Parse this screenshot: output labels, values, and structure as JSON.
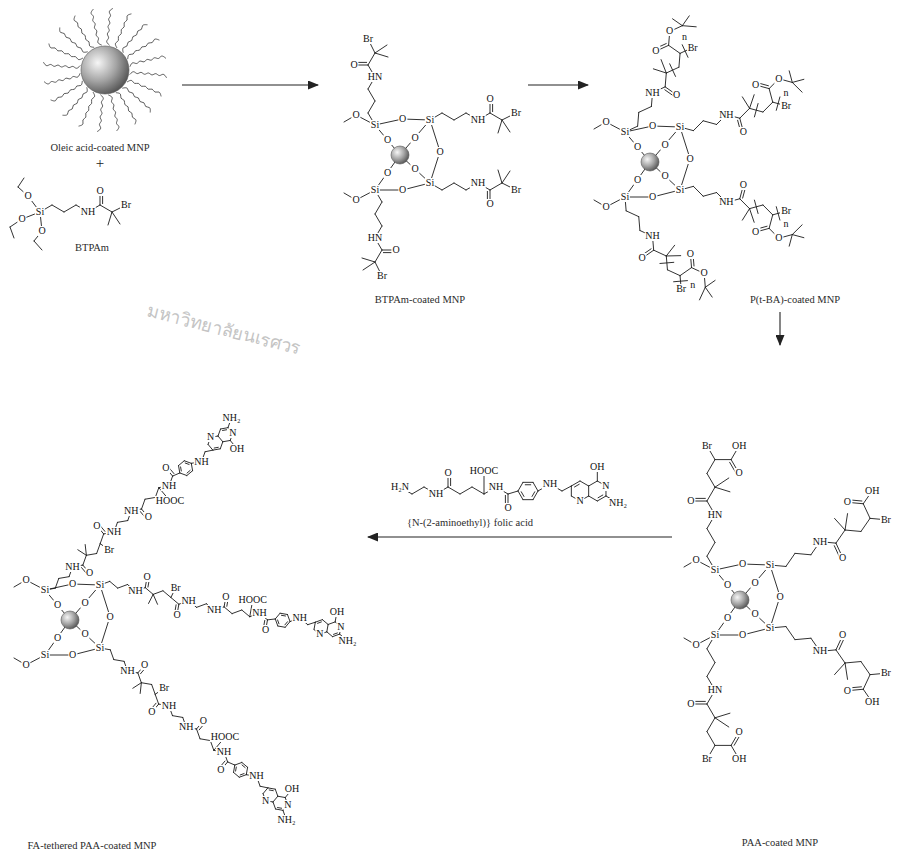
{
  "diagram": {
    "nodes": [
      {
        "text": [
          "Oleic acid-coated MNP"
        ]
      },
      {
        "text": [
          "BTPAm"
        ]
      },
      {
        "text": [
          "BTPAm-coated MNP"
        ]
      },
      {
        "text": [
          "P(t-BA)-coated MNP"
        ]
      },
      {
        "text": [
          "PAA-coated MNP"
        ]
      },
      {
        "text": [
          "{N-(2-aminoethyl)} folic acid"
        ]
      },
      {
        "text": [
          "FA-tethered PAA-coated MNP"
        ]
      }
    ],
    "edges": [
      {
        "from": 0,
        "to": 2,
        "arrow": "to"
      },
      {
        "from": 2,
        "to": 3,
        "arrow": "to"
      },
      {
        "from": 3,
        "to": 4,
        "arrow": "to"
      },
      {
        "from": 4,
        "to": 6,
        "arrow": "to"
      }
    ],
    "labels": [
      "+",
      "Si",
      "O",
      "O",
      "O",
      "NH",
      "O",
      "Br",
      "Si",
      "Si",
      "Si",
      "Si",
      "O",
      "O",
      "O",
      "O",
      "O",
      "O",
      "O",
      "O",
      "O",
      "HN",
      "O",
      "Br",
      "NH",
      "O",
      "Br",
      "NH",
      "O",
      "Br",
      "HN",
      "O",
      "Br",
      "Si",
      "Si",
      "Si",
      "Si",
      "O",
      "O",
      "O",
      "O",
      "O",
      "O",
      "O",
      "O",
      "O",
      "NH",
      "O",
      "O",
      "O",
      "Br",
      "n",
      "NH",
      "O",
      "O",
      "O",
      "Br",
      "n",
      "NH",
      "O",
      "O",
      "O",
      "Br",
      "n",
      "NH",
      "O",
      "O",
      "O",
      "Br",
      "n",
      "Si",
      "Si",
      "Si",
      "Si",
      "O",
      "O",
      "O",
      "O",
      "O",
      "O",
      "O",
      "O",
      "O",
      "HN",
      "O",
      "Br",
      "O",
      "OH",
      "NH",
      "O",
      "Br",
      "O",
      "OH",
      "NH",
      "O",
      "Br",
      "O",
      "OH",
      "HN",
      "O",
      "Br",
      "O",
      "OH",
      "H₂N",
      "NH",
      "O",
      "HOOC",
      "NH",
      "O",
      "NH",
      "N",
      "N",
      "OH",
      "NH₂",
      "Si",
      "Si",
      "Si",
      "Si",
      "O",
      "O",
      "O",
      "O",
      "O",
      "O",
      "O",
      "O",
      "O",
      "NH",
      "O",
      "Br",
      "O",
      "NH",
      "NH",
      "O",
      "HOOC",
      "NH",
      "O",
      "NH",
      "N",
      "N",
      "OH",
      "NH₂",
      "NH",
      "O",
      "Br",
      "O",
      "NH",
      "NH",
      "O",
      "HOOC",
      "NH",
      "O",
      "NH",
      "N",
      "N",
      "OH",
      "NH₂",
      "NH",
      "O",
      "Br",
      "O",
      "NH",
      "NH",
      "O",
      "HOOC",
      "NH",
      "O",
      "NH",
      "N",
      "N",
      "OH",
      "NH₂",
      "มหาวิทยาลัยนเรศวร"
    ]
  }
}
